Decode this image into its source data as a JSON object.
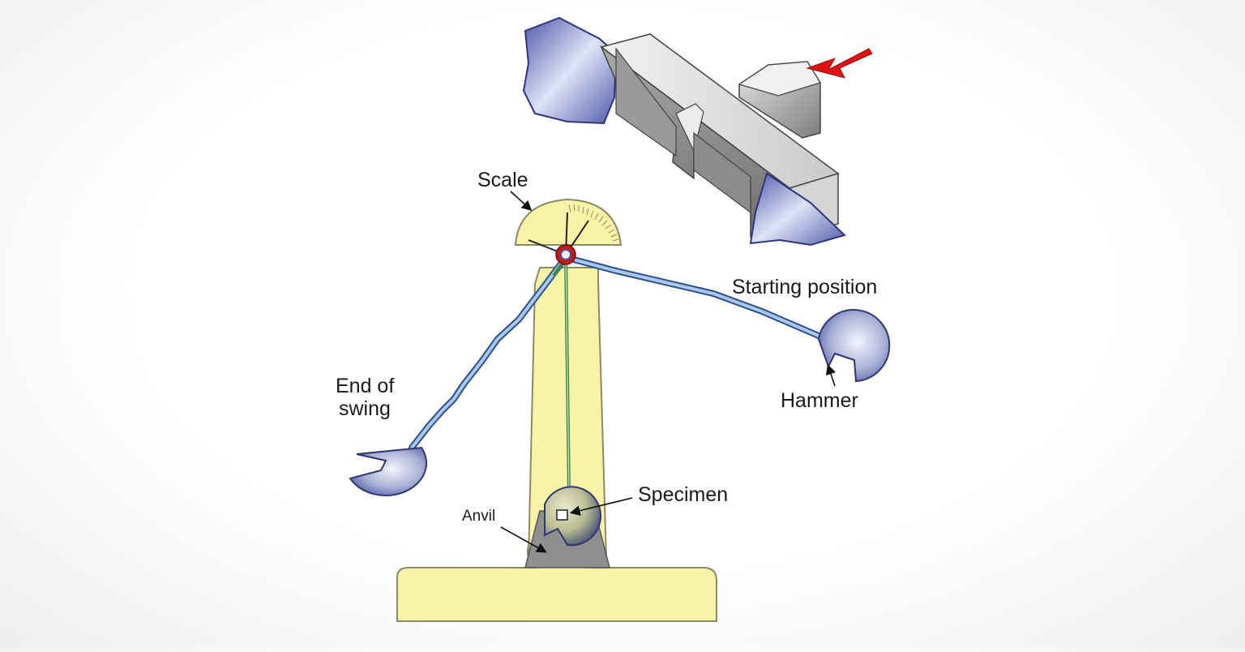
{
  "labels": {
    "scale": "Scale",
    "starting_position": "Starting position",
    "end_of_swing_line1": "End of",
    "end_of_swing_line2": "swing",
    "hammer": "Hammer",
    "specimen": "Specimen",
    "anvil": "Anvil"
  },
  "colors": {
    "frame": "#f8f3a6",
    "frame_stroke": "#8a8a6a",
    "arm": "#9ec3e8",
    "pendulum_line": "#3d8a48",
    "pivot": "#c11a1a",
    "arrow": "#e01313",
    "steel": "#b9b9b9",
    "anvil": "#8f8f8f",
    "background": "#ffffff"
  }
}
